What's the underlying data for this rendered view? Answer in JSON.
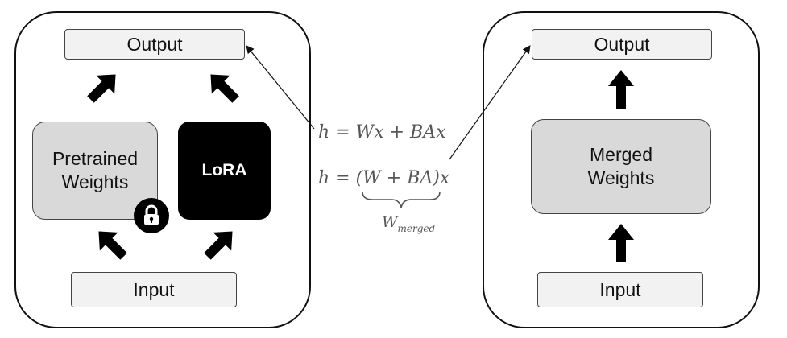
{
  "left": {
    "output_label": "Output",
    "pretrained_label": "Pretrained\nWeights",
    "lora_label": "LoRA",
    "input_label": "Input",
    "lock_icon": "lock-icon"
  },
  "right": {
    "output_label": "Output",
    "merged_label": "Merged\nWeights",
    "input_label": "Input"
  },
  "equations": {
    "eq1": "h = Wx + BAx",
    "eq2": "h = (W + BA)x",
    "merged_symbol": "W",
    "merged_subscript": "merged"
  },
  "colors": {
    "stroke": "#111111",
    "box_light": "#f2f2f2",
    "box_gray": "#d9d9d9",
    "lora_fill": "#000000",
    "equation_text": "#555555"
  }
}
